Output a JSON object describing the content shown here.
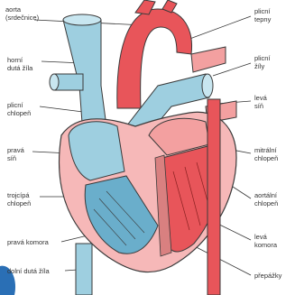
{
  "labels": {
    "aorta": "aorta\n(srdečnice)",
    "horni_duta_zila": "horní\ndutá žíla",
    "plicni_chlopen": "plicní\nchlopeň",
    "prava_sin": "pravá\nsíň",
    "trojcipa_chlopen": "trojcípá\nchlopeň",
    "prava_komora": "pravá komora",
    "dolni_duta_zila": "dolní dutá žíla",
    "plicni_tepny": "plicní\ntepny",
    "plicni_zily": "plicní\nžíly",
    "leva_sin": "levá\nsíň",
    "mitralni_chlopen": "mitrální\nchlopeň",
    "aortalni_chlopen": "aortální\nchlopeň",
    "leva_komora": "levá\nkomora",
    "prepazky": "přepážky"
  },
  "colors": {
    "oxygenated": "#e8555a",
    "oxygenated_light": "#f3a0a0",
    "deoxygenated": "#9ecfe0",
    "deoxygenated_dark": "#6aaecb",
    "outline": "#3a3a3a",
    "corner_accent": "#2a6fb5"
  }
}
